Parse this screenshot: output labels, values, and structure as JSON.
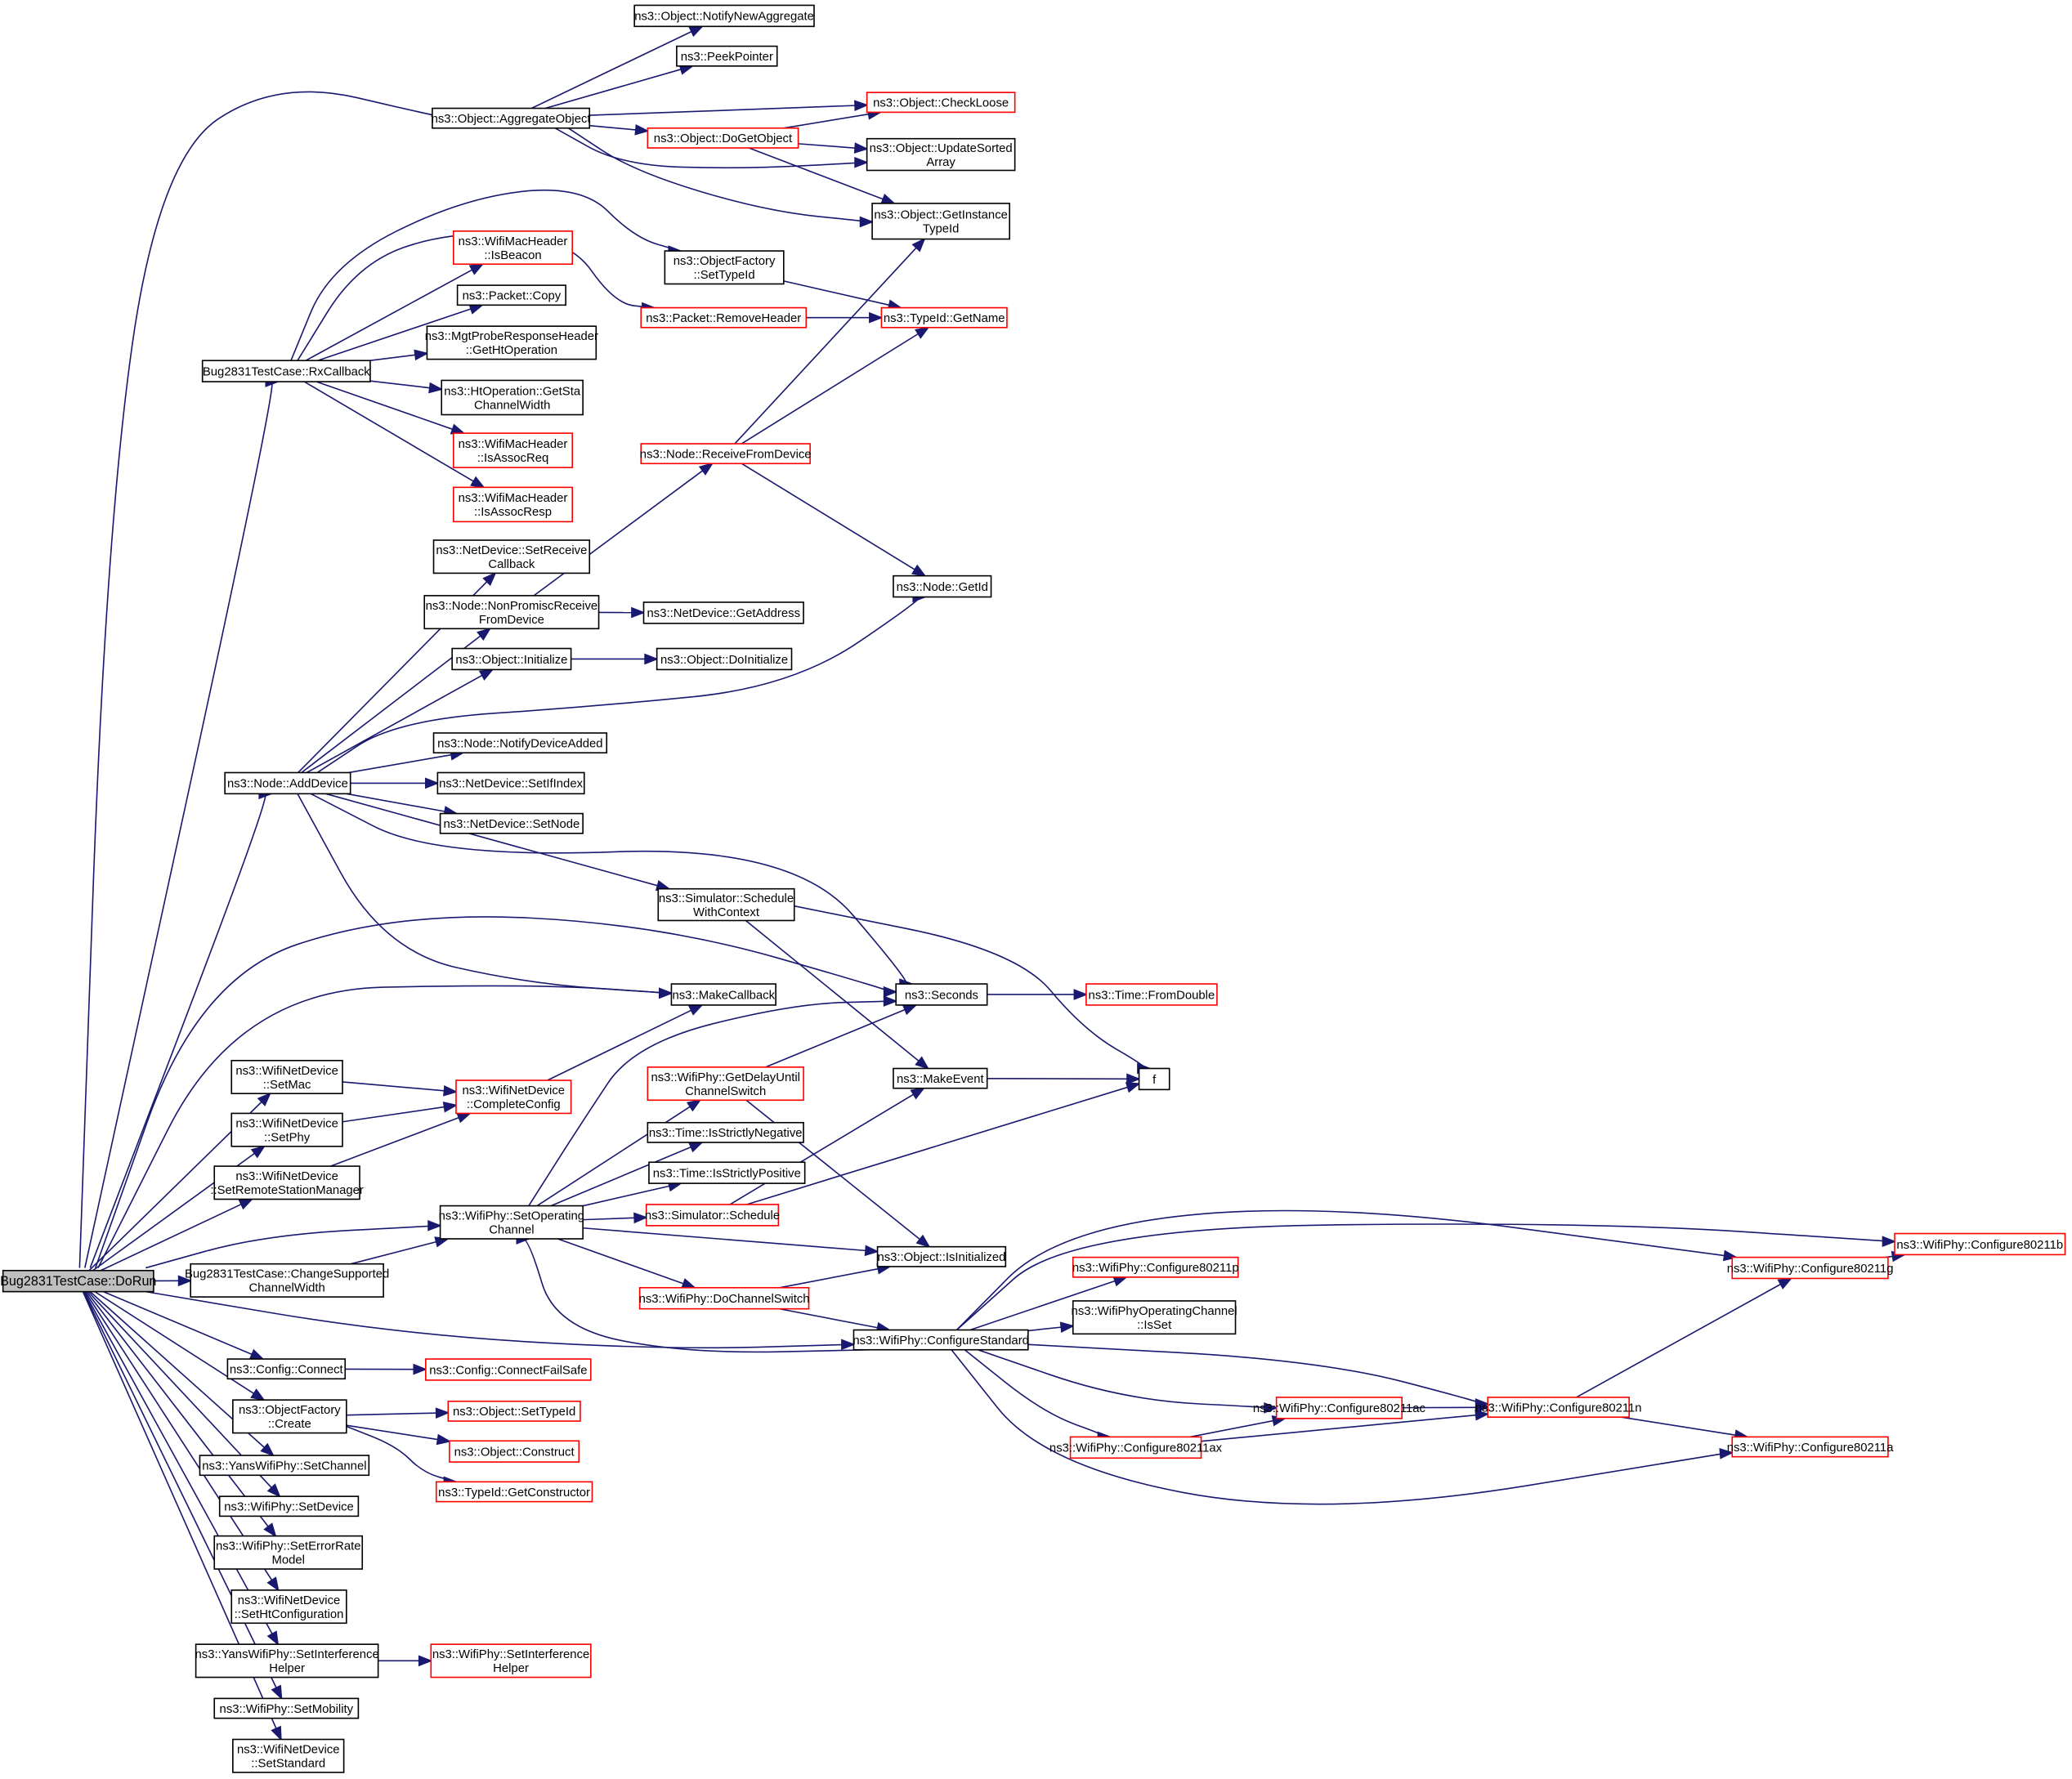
{
  "title": "Bug2831TestCase::DoRun call graph",
  "colors": {
    "edge": "#191970",
    "red_border": "#ff0000",
    "black_border": "#000000",
    "root_fill": "#bfbfbf"
  },
  "nodes": [
    {
      "id": "dorun",
      "label": [
        "Bug2831TestCase::DoRun"
      ],
      "style": "root"
    },
    {
      "id": "aggregate",
      "label": [
        "ns3::Object::AggregateObject"
      ],
      "style": "black"
    },
    {
      "id": "notifynewagg",
      "label": [
        "ns3::Object::NotifyNewAggregate"
      ],
      "style": "black"
    },
    {
      "id": "peekpointer",
      "label": [
        "ns3::PeekPointer"
      ],
      "style": "black"
    },
    {
      "id": "checkloose",
      "label": [
        "ns3::Object::CheckLoose"
      ],
      "style": "red"
    },
    {
      "id": "dogetobject",
      "label": [
        "ns3::Object::DoGetObject"
      ],
      "style": "red"
    },
    {
      "id": "updatesorted",
      "label": [
        "ns3::Object::UpdateSorted",
        "Array"
      ],
      "style": "black"
    },
    {
      "id": "getinstancetypeid",
      "label": [
        "ns3::Object::GetInstance",
        "TypeId"
      ],
      "style": "black"
    },
    {
      "id": "of_settypeid",
      "label": [
        "ns3::ObjectFactory",
        "::SetTypeId"
      ],
      "style": "black"
    },
    {
      "id": "removeheader",
      "label": [
        "ns3::Packet::RemoveHeader"
      ],
      "style": "red"
    },
    {
      "id": "typeid_getname",
      "label": [
        "ns3::TypeId::GetName"
      ],
      "style": "red"
    },
    {
      "id": "isbeacon",
      "label": [
        "ns3::WifiMacHeader",
        "::IsBeacon"
      ],
      "style": "red"
    },
    {
      "id": "packetcopy",
      "label": [
        "ns3::Packet::Copy"
      ],
      "style": "black"
    },
    {
      "id": "gethtoperation",
      "label": [
        "ns3::MgtProbeResponseHeader",
        "::GetHtOperation"
      ],
      "style": "black"
    },
    {
      "id": "rxcallback",
      "label": [
        "Bug2831TestCase::RxCallback"
      ],
      "style": "black"
    },
    {
      "id": "getstachannelwidth",
      "label": [
        "ns3::HtOperation::GetSta",
        "ChannelWidth"
      ],
      "style": "black"
    },
    {
      "id": "isassocreq",
      "label": [
        "ns3::WifiMacHeader",
        "::IsAssocReq"
      ],
      "style": "red"
    },
    {
      "id": "isassocresp",
      "label": [
        "ns3::WifiMacHeader",
        "::IsAssocResp"
      ],
      "style": "red"
    },
    {
      "id": "receivefromdevice",
      "label": [
        "ns3::Node::ReceiveFromDevice"
      ],
      "style": "red"
    },
    {
      "id": "setreceivecallback",
      "label": [
        "ns3::NetDevice::SetReceive",
        "Callback"
      ],
      "style": "black"
    },
    {
      "id": "nonpromisc",
      "label": [
        "ns3::Node::NonPromiscReceive",
        "FromDevice"
      ],
      "style": "black"
    },
    {
      "id": "getaddress",
      "label": [
        "ns3::NetDevice::GetAddress"
      ],
      "style": "black"
    },
    {
      "id": "nodegetid",
      "label": [
        "ns3::Node::GetId"
      ],
      "style": "black"
    },
    {
      "id": "initialize",
      "label": [
        "ns3::Object::Initialize"
      ],
      "style": "black"
    },
    {
      "id": "doinitialize",
      "label": [
        "ns3::Object::DoInitialize"
      ],
      "style": "black"
    },
    {
      "id": "adddevice",
      "label": [
        "ns3::Node::AddDevice"
      ],
      "style": "black"
    },
    {
      "id": "notifydeviceadded",
      "label": [
        "ns3::Node::NotifyDeviceAdded"
      ],
      "style": "black"
    },
    {
      "id": "setifindex",
      "label": [
        "ns3::NetDevice::SetIfIndex"
      ],
      "style": "black"
    },
    {
      "id": "setnode",
      "label": [
        "ns3::NetDevice::SetNode"
      ],
      "style": "black"
    },
    {
      "id": "schedulewithcontext",
      "label": [
        "ns3::Simulator::Schedule",
        "WithContext"
      ],
      "style": "black"
    },
    {
      "id": "makecallback",
      "label": [
        "ns3::MakeCallback"
      ],
      "style": "black"
    },
    {
      "id": "seconds",
      "label": [
        "ns3::Seconds"
      ],
      "style": "black"
    },
    {
      "id": "fromdouble",
      "label": [
        "ns3::Time::FromDouble"
      ],
      "style": "red"
    },
    {
      "id": "makeevent",
      "label": [
        "ns3::MakeEvent"
      ],
      "style": "black"
    },
    {
      "id": "f",
      "label": [
        "f"
      ],
      "style": "black"
    },
    {
      "id": "setmac",
      "label": [
        "ns3::WifiNetDevice",
        "::SetMac"
      ],
      "style": "black"
    },
    {
      "id": "completeconfig",
      "label": [
        "ns3::WifiNetDevice",
        "::CompleteConfig"
      ],
      "style": "red"
    },
    {
      "id": "setphy",
      "label": [
        "ns3::WifiNetDevice",
        "::SetPhy"
      ],
      "style": "black"
    },
    {
      "id": "setrsm",
      "label": [
        "ns3::WifiNetDevice",
        "::SetRemoteStationManager"
      ],
      "style": "black"
    },
    {
      "id": "getdelayuntil",
      "label": [
        "ns3::WifiPhy::GetDelayUntil",
        "ChannelSwitch"
      ],
      "style": "red"
    },
    {
      "id": "isstrictlyneg",
      "label": [
        "ns3::Time::IsStrictlyNegative"
      ],
      "style": "black"
    },
    {
      "id": "isstrictlypos",
      "label": [
        "ns3::Time::IsStrictlyPositive"
      ],
      "style": "black"
    },
    {
      "id": "setopchannel",
      "label": [
        "ns3::WifiPhy::SetOperating",
        "Channel"
      ],
      "style": "black"
    },
    {
      "id": "simschedule",
      "label": [
        "ns3::Simulator::Schedule"
      ],
      "style": "red"
    },
    {
      "id": "isinitialized",
      "label": [
        "ns3::Object::IsInitialized"
      ],
      "style": "black"
    },
    {
      "id": "changesupported",
      "label": [
        "Bug2831TestCase::ChangeSupported",
        "ChannelWidth"
      ],
      "style": "black"
    },
    {
      "id": "dochannelswitch",
      "label": [
        "ns3::WifiPhy::DoChannelSwitch"
      ],
      "style": "red"
    },
    {
      "id": "configurestandard",
      "label": [
        "ns3::WifiPhy::ConfigureStandard"
      ],
      "style": "black"
    },
    {
      "id": "c80211p",
      "label": [
        "ns3::WifiPhy::Configure80211p"
      ],
      "style": "red"
    },
    {
      "id": "opchannelisset",
      "label": [
        "ns3::WifiPhyOperatingChannel",
        "::IsSet"
      ],
      "style": "black"
    },
    {
      "id": "c80211g",
      "label": [
        "ns3::WifiPhy::Configure80211g"
      ],
      "style": "red"
    },
    {
      "id": "c80211b",
      "label": [
        "ns3::WifiPhy::Configure80211b"
      ],
      "style": "red"
    },
    {
      "id": "c80211ac",
      "label": [
        "ns3::WifiPhy::Configure80211ac"
      ],
      "style": "red"
    },
    {
      "id": "c80211n",
      "label": [
        "ns3::WifiPhy::Configure80211n"
      ],
      "style": "red"
    },
    {
      "id": "c80211ax",
      "label": [
        "ns3::WifiPhy::Configure80211ax"
      ],
      "style": "red"
    },
    {
      "id": "c80211a",
      "label": [
        "ns3::WifiPhy::Configure80211a"
      ],
      "style": "red"
    },
    {
      "id": "configconnect",
      "label": [
        "ns3::Config::Connect"
      ],
      "style": "black"
    },
    {
      "id": "connectfailsafe",
      "label": [
        "ns3::Config::ConnectFailSafe"
      ],
      "style": "red"
    },
    {
      "id": "of_create",
      "label": [
        "ns3::ObjectFactory",
        "::Create"
      ],
      "style": "black"
    },
    {
      "id": "obj_settypeid",
      "label": [
        "ns3::Object::SetTypeId"
      ],
      "style": "red"
    },
    {
      "id": "construct",
      "label": [
        "ns3::Object::Construct"
      ],
      "style": "red"
    },
    {
      "id": "getconstructor",
      "label": [
        "ns3::TypeId::GetConstructor"
      ],
      "style": "red"
    },
    {
      "id": "setchannel",
      "label": [
        "ns3::YansWifiPhy::SetChannel"
      ],
      "style": "black"
    },
    {
      "id": "setdevice",
      "label": [
        "ns3::WifiPhy::SetDevice"
      ],
      "style": "black"
    },
    {
      "id": "seterrorrate",
      "label": [
        "ns3::WifiPhy::SetErrorRate",
        "Model"
      ],
      "style": "black"
    },
    {
      "id": "sethtconfig",
      "label": [
        "ns3::WifiNetDevice",
        "::SetHtConfiguration"
      ],
      "style": "black"
    },
    {
      "id": "yans_setinterf",
      "label": [
        "ns3::YansWifiPhy::SetInterference",
        "Helper"
      ],
      "style": "black"
    },
    {
      "id": "wifiphy_setinterf",
      "label": [
        "ns3::WifiPhy::SetInterference",
        "Helper"
      ],
      "style": "red"
    },
    {
      "id": "setmobility",
      "label": [
        "ns3::WifiPhy::SetMobility"
      ],
      "style": "black"
    },
    {
      "id": "setstandard",
      "label": [
        "ns3::WifiNetDevice",
        "::SetStandard"
      ],
      "style": "black"
    }
  ],
  "edges": [
    [
      "dorun",
      "aggregate"
    ],
    [
      "dorun",
      "rxcallback"
    ],
    [
      "dorun",
      "adddevice"
    ],
    [
      "dorun",
      "seconds"
    ],
    [
      "dorun",
      "makecallback"
    ],
    [
      "dorun",
      "setmac"
    ],
    [
      "dorun",
      "setphy"
    ],
    [
      "dorun",
      "setrsm"
    ],
    [
      "dorun",
      "setopchannel"
    ],
    [
      "dorun",
      "changesupported"
    ],
    [
      "dorun",
      "configurestandard"
    ],
    [
      "dorun",
      "configconnect"
    ],
    [
      "dorun",
      "of_create"
    ],
    [
      "dorun",
      "setchannel"
    ],
    [
      "dorun",
      "setdevice"
    ],
    [
      "dorun",
      "seterrorrate"
    ],
    [
      "dorun",
      "sethtconfig"
    ],
    [
      "dorun",
      "yans_setinterf"
    ],
    [
      "dorun",
      "setmobility"
    ],
    [
      "dorun",
      "setstandard"
    ],
    [
      "aggregate",
      "notifynewagg"
    ],
    [
      "aggregate",
      "peekpointer"
    ],
    [
      "aggregate",
      "checkloose"
    ],
    [
      "aggregate",
      "dogetobject"
    ],
    [
      "aggregate",
      "updatesorted"
    ],
    [
      "aggregate",
      "getinstancetypeid"
    ],
    [
      "dogetobject",
      "checkloose"
    ],
    [
      "dogetobject",
      "updatesorted"
    ],
    [
      "dogetobject",
      "getinstancetypeid"
    ],
    [
      "of_settypeid",
      "typeid_getname"
    ],
    [
      "removeheader",
      "typeid_getname"
    ],
    [
      "rxcallback",
      "of_settypeid"
    ],
    [
      "rxcallback",
      "removeheader"
    ],
    [
      "rxcallback",
      "isbeacon"
    ],
    [
      "rxcallback",
      "packetcopy"
    ],
    [
      "rxcallback",
      "gethtoperation"
    ],
    [
      "rxcallback",
      "getstachannelwidth"
    ],
    [
      "rxcallback",
      "isassocreq"
    ],
    [
      "rxcallback",
      "isassocresp"
    ],
    [
      "receivefromdevice",
      "getinstancetypeid"
    ],
    [
      "receivefromdevice",
      "typeid_getname"
    ],
    [
      "receivefromdevice",
      "nodegetid"
    ],
    [
      "nonpromisc",
      "receivefromdevice"
    ],
    [
      "nonpromisc",
      "getaddress"
    ],
    [
      "initialize",
      "doinitialize"
    ],
    [
      "adddevice",
      "setreceivecallback"
    ],
    [
      "adddevice",
      "nonpromisc"
    ],
    [
      "adddevice",
      "initialize"
    ],
    [
      "adddevice",
      "nodegetid"
    ],
    [
      "adddevice",
      "notifydeviceadded"
    ],
    [
      "adddevice",
      "setifindex"
    ],
    [
      "adddevice",
      "setnode"
    ],
    [
      "adddevice",
      "seconds"
    ],
    [
      "adddevice",
      "schedulewithcontext"
    ],
    [
      "adddevice",
      "makecallback"
    ],
    [
      "schedulewithcontext",
      "makeevent"
    ],
    [
      "schedulewithcontext",
      "f"
    ],
    [
      "seconds",
      "fromdouble"
    ],
    [
      "makeevent",
      "f"
    ],
    [
      "setmac",
      "completeconfig"
    ],
    [
      "setphy",
      "completeconfig"
    ],
    [
      "setrsm",
      "completeconfig"
    ],
    [
      "completeconfig",
      "makecallback"
    ],
    [
      "setopchannel",
      "seconds"
    ],
    [
      "setopchannel",
      "getdelayuntil"
    ],
    [
      "setopchannel",
      "isstrictlyneg"
    ],
    [
      "setopchannel",
      "isstrictlypos"
    ],
    [
      "setopchannel",
      "simschedule"
    ],
    [
      "setopchannel",
      "isinitialized"
    ],
    [
      "setopchannel",
      "dochannelswitch"
    ],
    [
      "getdelayuntil",
      "seconds"
    ],
    [
      "getdelayuntil",
      "isinitialized"
    ],
    [
      "simschedule",
      "makeevent"
    ],
    [
      "simschedule",
      "f"
    ],
    [
      "changesupported",
      "setopchannel"
    ],
    [
      "dochannelswitch",
      "isinitialized"
    ],
    [
      "dochannelswitch",
      "configurestandard"
    ],
    [
      "configurestandard",
      "setopchannel"
    ],
    [
      "configurestandard",
      "c80211p"
    ],
    [
      "configurestandard",
      "opchannelisset"
    ],
    [
      "configurestandard",
      "c80211g"
    ],
    [
      "configurestandard",
      "c80211b"
    ],
    [
      "configurestandard",
      "c80211ac"
    ],
    [
      "configurestandard",
      "c80211n"
    ],
    [
      "configurestandard",
      "c80211ax"
    ],
    [
      "configurestandard",
      "c80211a"
    ],
    [
      "c80211g",
      "c80211b"
    ],
    [
      "c80211ac",
      "c80211n"
    ],
    [
      "c80211ax",
      "c80211ac"
    ],
    [
      "c80211ax",
      "c80211n"
    ],
    [
      "c80211n",
      "c80211g"
    ],
    [
      "c80211n",
      "c80211a"
    ],
    [
      "configconnect",
      "connectfailsafe"
    ],
    [
      "of_create",
      "obj_settypeid"
    ],
    [
      "of_create",
      "construct"
    ],
    [
      "of_create",
      "getconstructor"
    ],
    [
      "yans_setinterf",
      "wifiphy_setinterf"
    ]
  ]
}
